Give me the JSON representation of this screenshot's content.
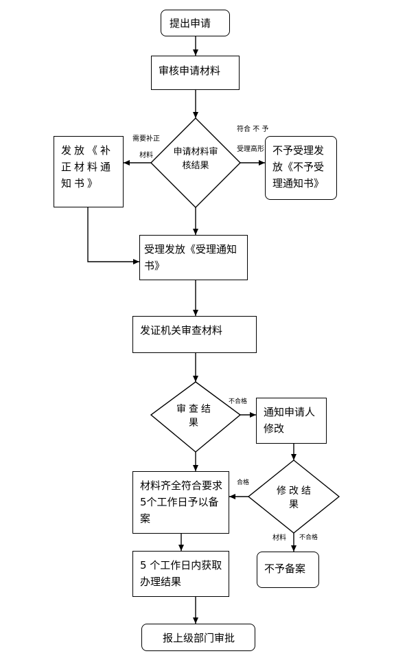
{
  "nodes": {
    "start": "提出申请",
    "review_materials": "审核申请材料",
    "review_result": "申请材料审核结果",
    "issue_correction": "发放《补正材料通知书》",
    "reject_notice": "不予受理发放《不予受理通知书》",
    "accept_notice": "受理发放《受理通知书》",
    "authority_review": "发证机关审查材料",
    "exam_result": "审查结果",
    "notify_modify": "通知申请人修改",
    "materials_complete": "材料齐全符合要求5个工作日予以备案",
    "modify_result": "修改结果",
    "no_record": "不予备案",
    "get_result": "5 个工作日内获取办理结果",
    "report_approval": "报上级部门审批"
  },
  "edge_labels": {
    "need_correction_1": "需要补正",
    "need_correction_2": "材料",
    "not_meet_1": "符合 不 予",
    "not_meet_2": "受理高形",
    "unqualified_1": "不合格",
    "qualified": "合格",
    "materials": "材料",
    "unqualified_2": "不合格"
  }
}
